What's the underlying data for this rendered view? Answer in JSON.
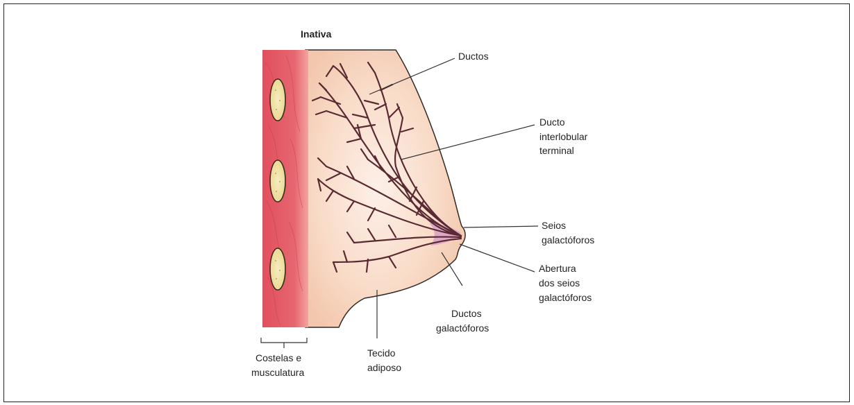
{
  "diagram": {
    "title": "Inativa",
    "labels": {
      "ductos": "Ductos",
      "ducto_interlobular": [
        "Ducto",
        "interlobular",
        "terminal"
      ],
      "seios_galactoforos": [
        "Seios",
        "galactóforos"
      ],
      "abertura": [
        "Abertura",
        "dos seios",
        "galactóforos"
      ],
      "ductos_galactoforos": [
        "Ductos",
        "galactóforos"
      ],
      "tecido_adiposo": [
        "Tecido",
        "adiposo"
      ],
      "costelas": [
        "Costelas e",
        "musculatura"
      ]
    },
    "colors": {
      "muscle": "#e0505e",
      "muscle_light": "#f2a4a0",
      "breast_tissue": "#f8d8c4",
      "breast_glow": "#fdf0e8",
      "rib_fill": "#f2e4a8",
      "rib_stroke": "#3a2a1a",
      "duct": "#5a2a33",
      "sinus": "#d9a0c8"
    }
  }
}
